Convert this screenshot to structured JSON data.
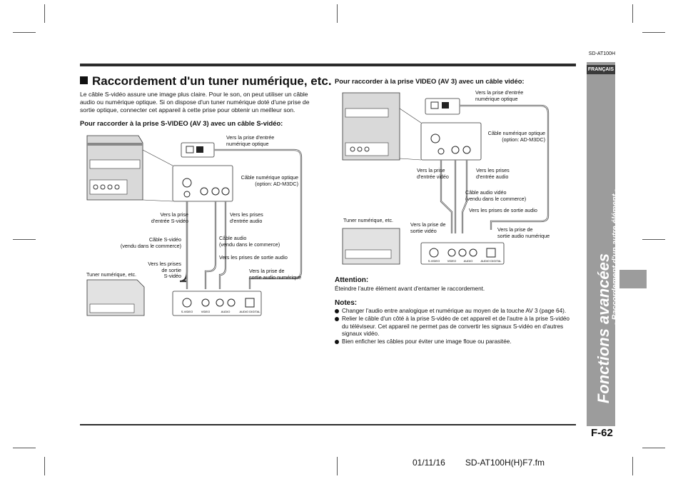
{
  "header": {
    "model": "SD-AT100H"
  },
  "sidebar": {
    "language": "FRANÇAIS",
    "title": "Fonctions avancées",
    "subtitle": "- Raccordement d'un autre élément -"
  },
  "section": {
    "title": "Raccordement d'un tuner numérique, etc.",
    "intro": "Le câble S-vidéo assure une image plus claire. Pour le son, on peut utiliser un câble audio ou numérique optique. Si on dispose d'un tuner numérique doté d'une prise de sortie optique, connecter cet appareil à cette prise pour obtenir un meilleur son."
  },
  "left_diagram": {
    "heading": "Pour raccorder à la prise S-VIDEO (AV 3) avec un câble S-vidéo:",
    "labels": {
      "optical_in": "Vers la prise d'entrée\nnumérique optique",
      "optical_cable": "Câble numérique optique\n(option: AD-M3DC)",
      "svideo_in": "Vers la prise\nd'entrée S-vidéo",
      "audio_in": "Vers les prises\nd'entrée audio",
      "svideo_cable": "Câble S-vidéo\n(vendu dans le commerce)",
      "audio_cable": "Câble audio\n(vendu dans le commerce)",
      "audio_out": "Vers les prises de sortie audio",
      "svideo_out": "Vers les prises\nde sortie\nS-vidéo",
      "digital_out": "Vers la prise de\nsortie audio numérique",
      "tuner": "Tuner numérique, etc."
    }
  },
  "right_diagram": {
    "heading": "Pour raccorder à la prise VIDEO (AV 3) avec un câble vidéo:",
    "labels": {
      "optical_in": "Vers la prise d'entrée\nnumérique optique",
      "optical_cable": "Câble numérique optique\n(option: AD-M3DC)",
      "video_in": "Vers la prise\nd'entrée vidéo",
      "audio_in": "Vers les prises\nd'entrée audio",
      "audio_cable": "Câble audio vidéo\n(vendu dans le commerce)",
      "audio_out": "Vers les prises de sortie audio",
      "tuner": "Tuner numérique, etc.",
      "video_out": "Vers la prise de\nsortie vidéo",
      "digital_out": "Vers la prise de\nsortie audio numérique"
    }
  },
  "attention": {
    "title": "Attention:",
    "text": "Éteindre l'autre élément avant d'entamer le raccordement."
  },
  "notes": {
    "title": "Notes:",
    "items": [
      "Changer l'audio entre analogique et numérique au moyen de la touche AV 3 (page 64).",
      "Relier le câble d'un côté à la prise S-vidéo de cet appareil et de l'autre à la prise S-vidéo du téléviseur. Cet appareil ne permet pas de convertir les signaux S-vidéo en d'autres signaux vidéo.",
      "Bien enficher les câbles pour éviter une image floue ou parasitée."
    ]
  },
  "page_number": "F-62",
  "footer": {
    "date": "01/11/16",
    "file": "SD-AT100H(H)F7.fm"
  }
}
